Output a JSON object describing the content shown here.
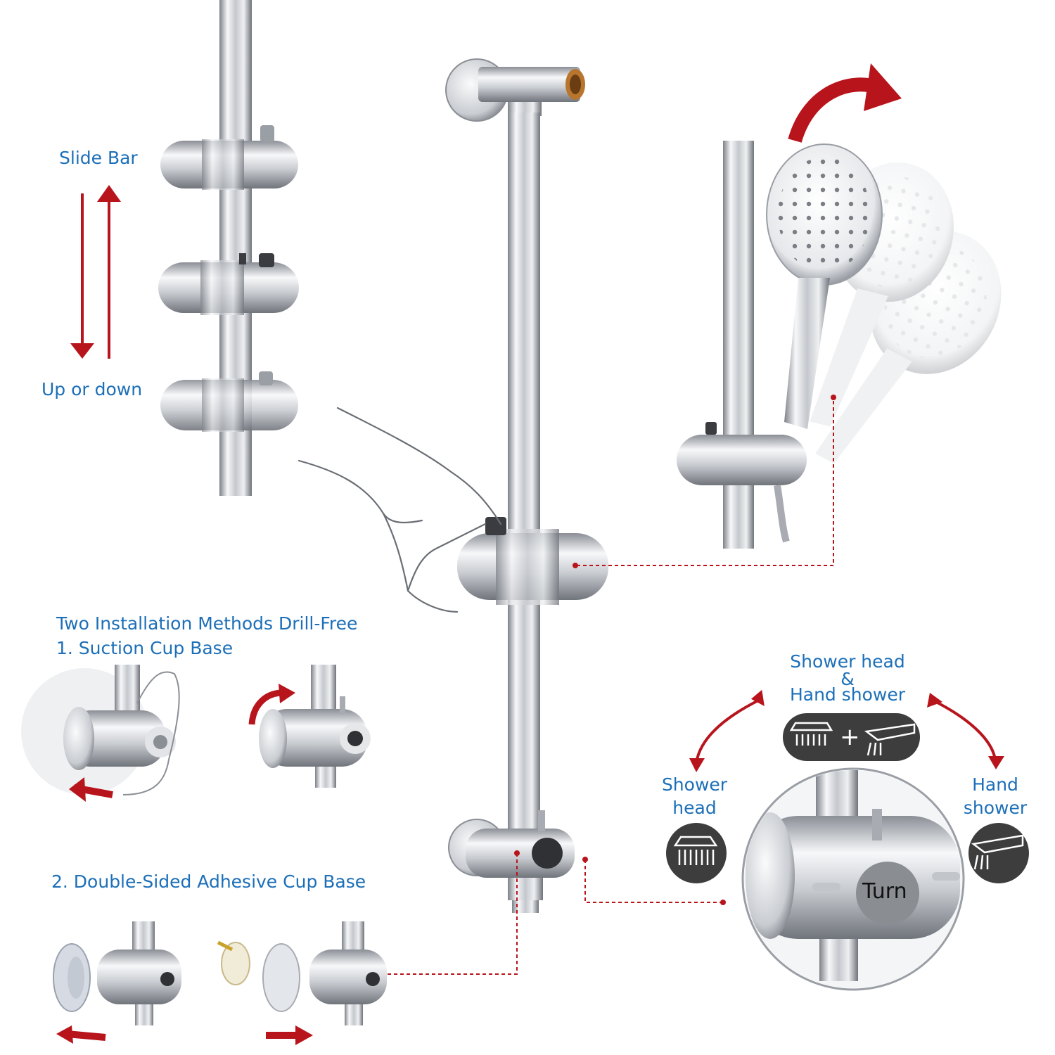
{
  "colors": {
    "accent_blue": "#1c6fb8",
    "arrow_red": "#b8141c",
    "chrome_light": "#f2f3f5",
    "chrome_mid": "#b9bcc2",
    "chrome_dark": "#5b5f66",
    "badge_dark": "#3d3d3d",
    "dotted_line": "#b8141c"
  },
  "labels": {
    "slide_bar": "Slide Bar",
    "up_or_down": "Up or down",
    "install_title": "Two Installation Methods Drill-Free",
    "method_1": "1. Suction Cup Base",
    "method_2": "2. Double-Sided Adhesive Cup Base",
    "both_top": "Shower head",
    "both_amp": "&",
    "both_bottom": "Hand shower",
    "shower_head_1": "Shower",
    "shower_head_2": "head",
    "hand_shower_1": "Hand",
    "hand_shower_2": "shower",
    "turn": "Turn"
  },
  "icons": {
    "shower_head": "shower-head-icon",
    "hand_shower": "hand-shower-icon",
    "plus": "+"
  }
}
